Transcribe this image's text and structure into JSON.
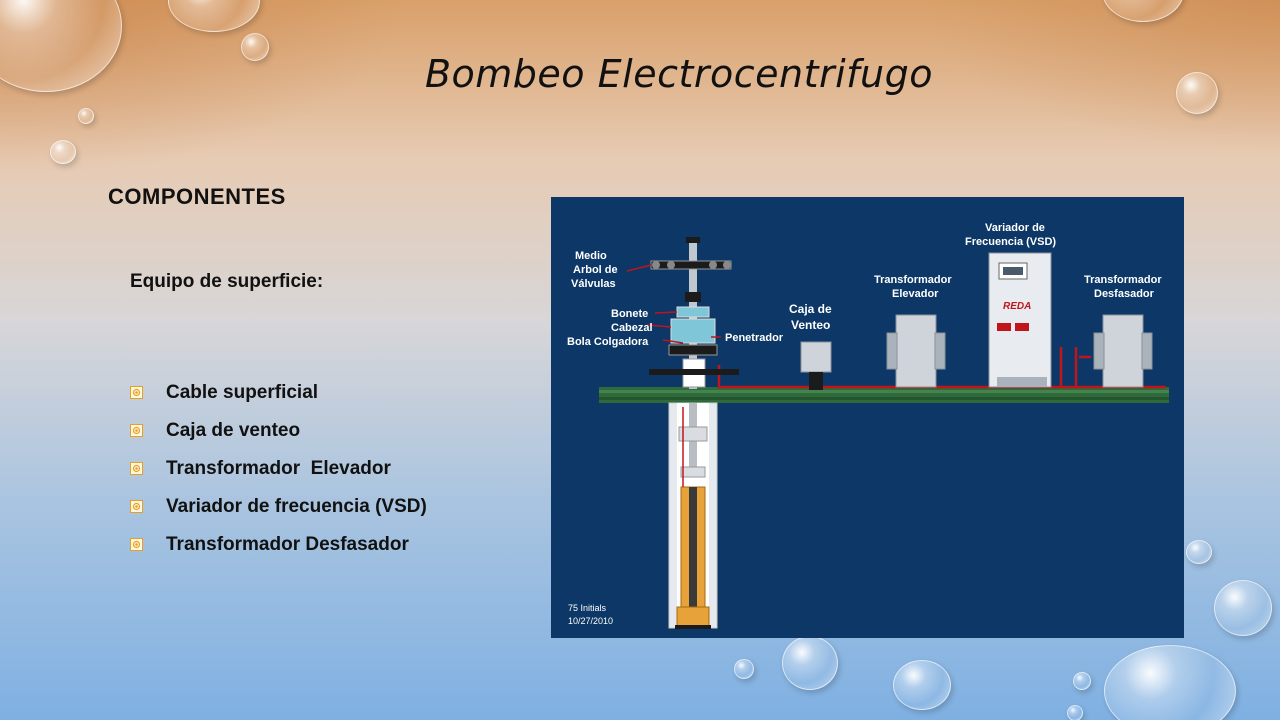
{
  "title": "Bombeo Electrocentrifugo",
  "heading": "COMPONENTES",
  "subheading": "Equipo de superficie:",
  "bullets": [
    {
      "text": "Cable superficial"
    },
    {
      "text": "Caja de venteo"
    },
    {
      "text": "Transformador  Elevador"
    },
    {
      "text": "Variador de frecuencia (VSD)"
    },
    {
      "text": "Transformador Desfasador"
    }
  ],
  "diagram": {
    "labels": {
      "medio": "Medio",
      "arbol": "Arbol de",
      "valvulas": "Válvulas",
      "bonete": "Bonete",
      "cabezal": "Cabezal",
      "bola": "Bola Colgadora",
      "penetrador": "Penetrador",
      "caja1": "Caja de",
      "caja2": "Venteo",
      "te1": "Transformador",
      "te2": "Elevador",
      "vsd1": "Variador de",
      "vsd2": "Frecuencia (VSD)",
      "td1": "Transformador",
      "td2": "Desfasador",
      "brand": "REDA",
      "footer1": "75  Initials",
      "footer2": "10/27/2010"
    }
  },
  "colors": {
    "diagram_bg": "#0c3766",
    "ground": "#2e6a3a",
    "cable": "#c0151b",
    "bullet": "#e8a020"
  }
}
